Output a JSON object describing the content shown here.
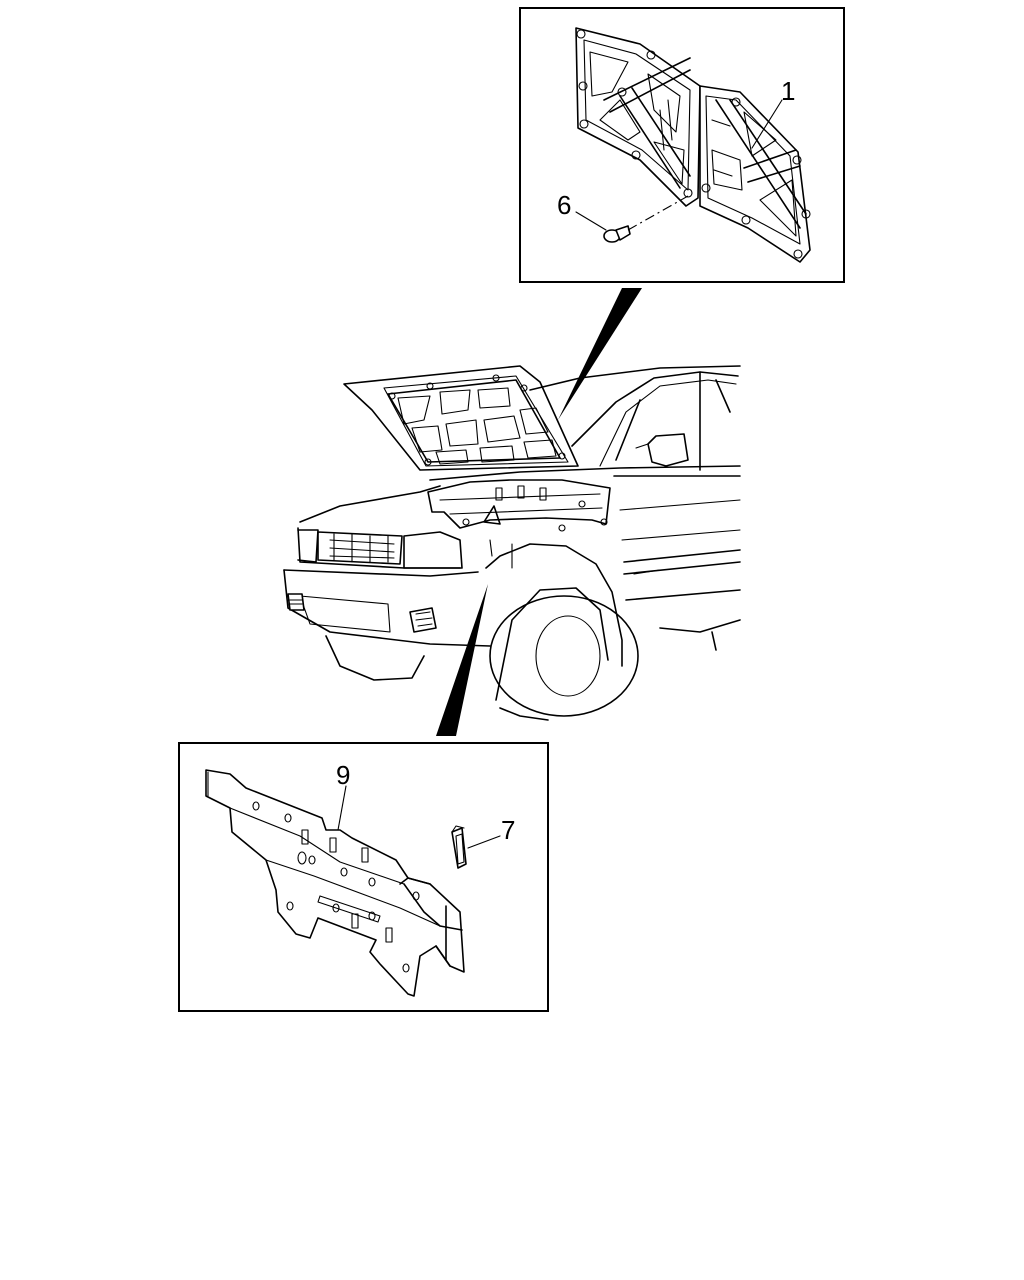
{
  "callouts": {
    "hood_insulator": "1",
    "clip_fastener": "6",
    "fender_insulator_clip": "7",
    "fender_insulator_panel": "9"
  },
  "colors": {
    "line": "#000000",
    "background": "#ffffff"
  }
}
